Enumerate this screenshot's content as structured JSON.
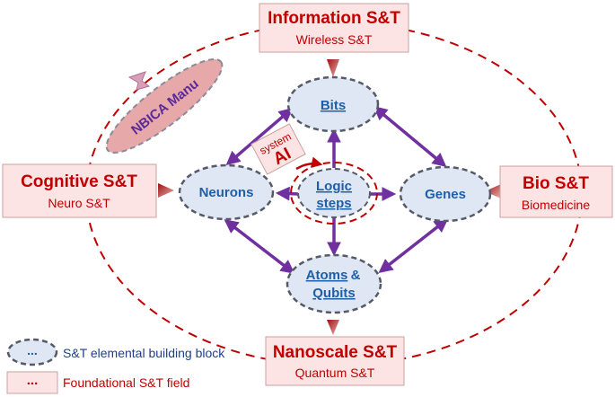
{
  "fields": {
    "information": {
      "title": "Information S&T",
      "subtitle": "Wireless S&T"
    },
    "cognitive": {
      "title": "Cognitive S&T",
      "subtitle": "Neuro S&T"
    },
    "bio": {
      "title": "Bio S&T",
      "subtitle": "Biomedicine"
    },
    "nano": {
      "title": "Nanoscale S&T",
      "subtitle": "Quantum S&T"
    }
  },
  "nodes": {
    "bits": "Bits",
    "neurons": "Neurons",
    "genes": "Genes",
    "atoms": "Atoms",
    "atoms_amp": "&",
    "qubits": "Qubits",
    "logic_line1": "Logic",
    "logic_line2": "steps"
  },
  "ai_box": {
    "line1": "system",
    "line2": "AI"
  },
  "nbica": "NBICA Manu",
  "legend": {
    "block_symbol": "...",
    "block_label": "S&T elemental building block",
    "field_symbol": "...",
    "field_label": "Foundational S&T field"
  },
  "colors": {
    "red": "#c00000",
    "box_fill": "#fde4e4",
    "ellipse_fill": "#dfe6f4",
    "ellipse_stroke": "#555a66",
    "arrow_purple": "#7030a0",
    "node_text": "#1f5fa8"
  }
}
